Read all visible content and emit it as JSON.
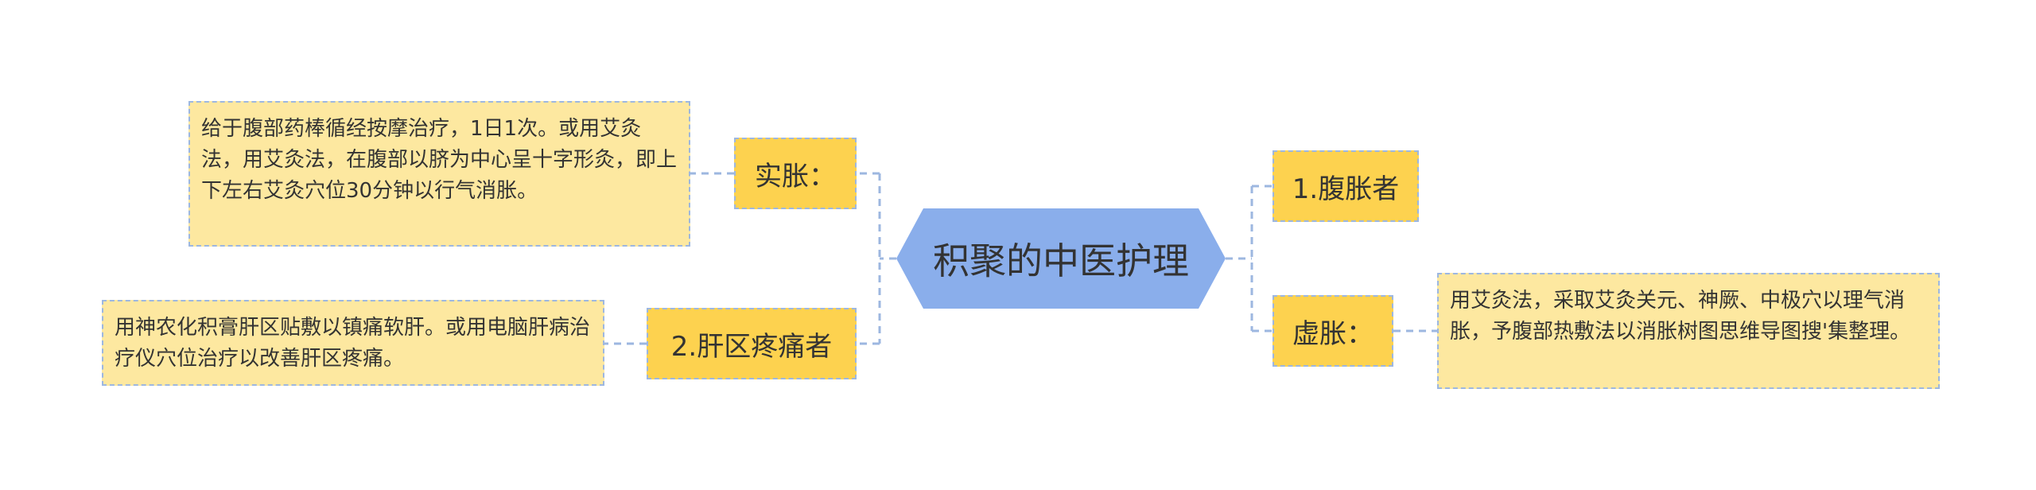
{
  "central_topic": "积聚的中医护理",
  "left_branches": [
    {
      "label": "实胀：",
      "detail": "给于腹部药棒循经按摩治疗，1日1次。或用艾灸法，用艾灸法，在腹部以脐为中心呈十字形灸，即上下左右艾灸穴位30分钟以行气消胀。"
    },
    {
      "label": "2.肝区疼痛者",
      "detail": "用神农化积膏肝区贴敷以镇痛软肝。或用电脑肝病治疗仪穴位治疗以改善肝区疼痛。"
    }
  ],
  "right_branches": [
    {
      "label": "1.腹胀者"
    },
    {
      "label": "虚胀：",
      "detail": "用艾灸法，采取艾灸关元、神厥、中极穴以理气消胀，予腹部热敷法以消胀树图思维导图搜'集整理。"
    }
  ],
  "colors": {
    "root_fill": "#8aaeeb",
    "branch_fill": "#fdd24f",
    "leaf_fill": "#fde8a0",
    "connector": "#9db7e0",
    "text": "#333333"
  }
}
